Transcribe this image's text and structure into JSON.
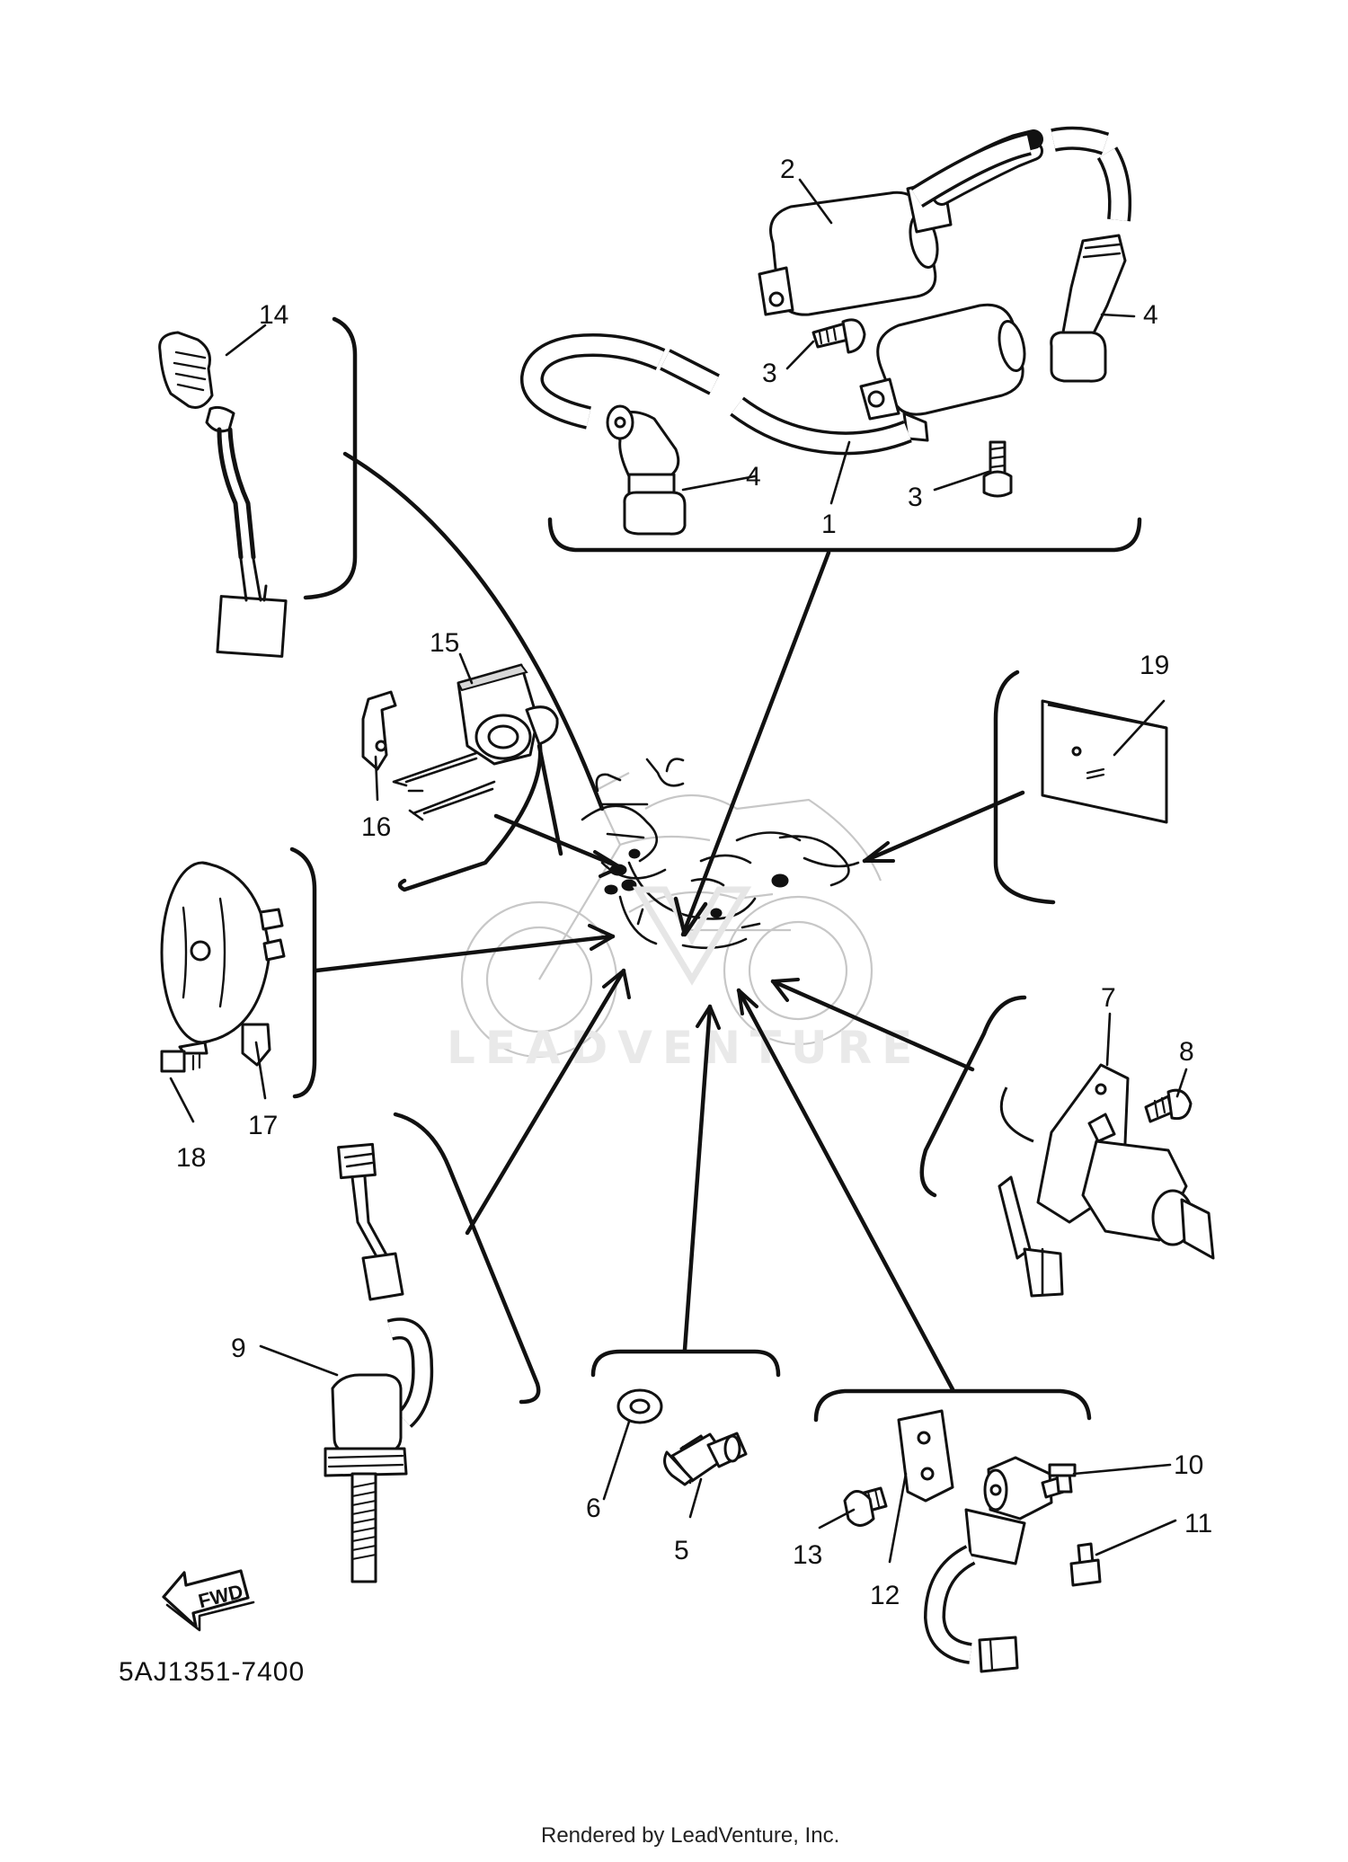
{
  "diagram": {
    "doc_number": "5AJ1351-7400",
    "footer": "Rendered by LeadVenture, Inc.",
    "watermark": "LEADVENTURE",
    "fwd_label": "FWD",
    "callouts": [
      "1",
      "2",
      "3",
      "4",
      "5",
      "6",
      "7",
      "8",
      "9",
      "10",
      "11",
      "12",
      "13",
      "14",
      "15",
      "16",
      "17",
      "18",
      "19"
    ],
    "colors": {
      "ink": "#111111",
      "background": "#ffffff",
      "watermark": "#e6e6e6"
    }
  }
}
